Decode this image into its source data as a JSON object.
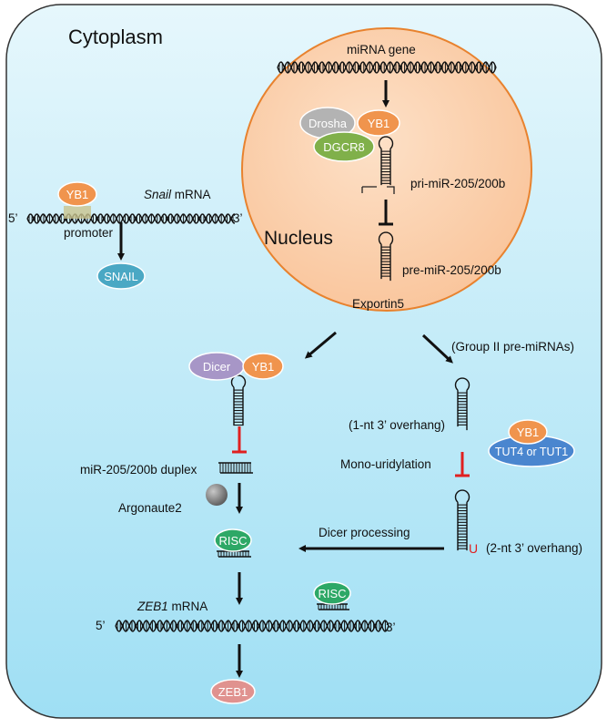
{
  "compartments": {
    "cytoplasm": "Cytoplasm",
    "nucleus": "Nucleus"
  },
  "nucleus_content": {
    "gene": "miRNA gene",
    "drosha": "Drosha",
    "yb1": "YB1",
    "dgcr8": "DGCR8",
    "pri_mirna": "pri-miR-205/200b",
    "pre_mirna": "pre-miR-205/200b",
    "exportin": "Exportin5"
  },
  "snail_pathway": {
    "yb1": "YB1",
    "mrna_italic": "Snail",
    "mrna_suffix": " mRNA",
    "five_prime": "5’",
    "three_prime": "3’",
    "promoter": "promoter",
    "protein": "SNAIL"
  },
  "left_branch": {
    "dicer": "Dicer",
    "yb1": "YB1",
    "duplex": "miR-205/200b duplex",
    "argonaute": "Argonaute2",
    "risc": "RISC"
  },
  "right_branch": {
    "group": "(Group II pre-miRNAs)",
    "overhang1": "(1-nt 3’ overhang)",
    "yb1": "YB1",
    "tut": "TUT4 or TUT1",
    "mono": "Mono-uridylation",
    "uridine": "U",
    "overhang2": "(2-nt 3’ overhang)",
    "dicer_processing": "Dicer processing"
  },
  "zeb1": {
    "mrna_italic": "ZEB1",
    "mrna_suffix": " mRNA",
    "five_prime": "5’",
    "three_prime": "3’",
    "risc": "RISC",
    "protein": "ZEB1"
  },
  "colors": {
    "cytoplasm_top": "#e6f7fc",
    "cytoplasm_bottom": "#9fdff4",
    "nucleus_fill": "#f9c49a",
    "nucleus_border": "#e8822e",
    "yb1": "#f0944d",
    "drosha": "#b3b3b3",
    "dgcr8": "#80b04a",
    "dicer": "#a796c7",
    "snail": "#4aa8c4",
    "tut": "#4a86cf",
    "risc": "#2da866",
    "zeb1": "#e0928f",
    "inhibit": "#e02020"
  }
}
